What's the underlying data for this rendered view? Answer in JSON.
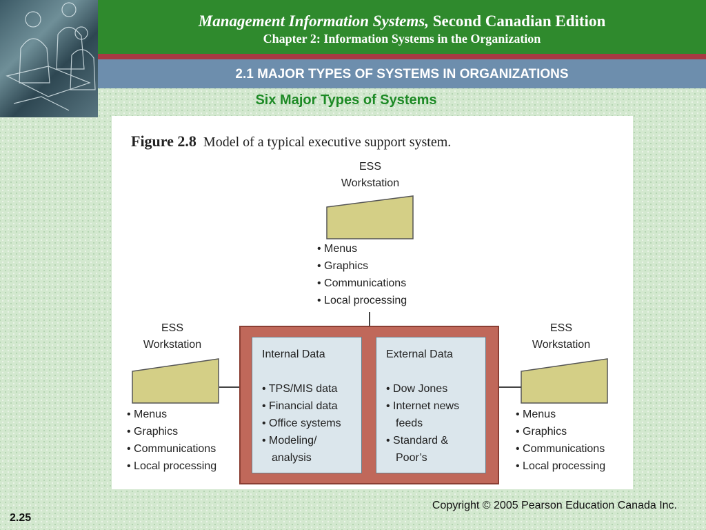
{
  "header": {
    "title_italic": "Management Information Systems,",
    "title_regular": "Second Canadian Edition",
    "subtitle": "Chapter 2: Information Systems in the Organization"
  },
  "section": {
    "title": "2.1 MAJOR TYPES OF SYSTEMS IN ORGANIZATIONS"
  },
  "slide": {
    "subtitle": "Six Major Types of Systems"
  },
  "figure": {
    "number": "Figure 2.8",
    "caption": "Model of a typical executive support system.",
    "workstations": [
      {
        "label_line1": "ESS",
        "label_line2": "Workstation",
        "features": [
          "Menus",
          "Graphics",
          "Communications",
          "Local processing"
        ]
      },
      {
        "label_line1": "ESS",
        "label_line2": "Workstation",
        "features": [
          "Menus",
          "Graphics",
          "Communications",
          "Local processing"
        ]
      },
      {
        "label_line1": "ESS",
        "label_line2": "Workstation",
        "features": [
          "Menus",
          "Graphics",
          "Communications",
          "Local processing"
        ]
      }
    ],
    "internal": {
      "title": "Internal Data",
      "items": [
        "TPS/MIS data",
        "Financial data",
        "Office systems",
        "Modeling/ analysis"
      ]
    },
    "external": {
      "title": "External Data",
      "items": [
        "Dow Jones",
        "Internet news feeds",
        "Standard & Poor’s"
      ]
    }
  },
  "footer": {
    "copyright": "Copyright © 2005 Pearson Education Canada Inc.",
    "slide_number": "2.25"
  },
  "colors": {
    "header_green": "#2f8a2d",
    "section_blue": "#6d8ead",
    "stripe_red": "#a83a43",
    "subtitle_green": "#1d8a25",
    "database_red": "#c0685a",
    "data_box_blue": "#dbe6ec",
    "workstation_khaki": "#d4cf86"
  }
}
